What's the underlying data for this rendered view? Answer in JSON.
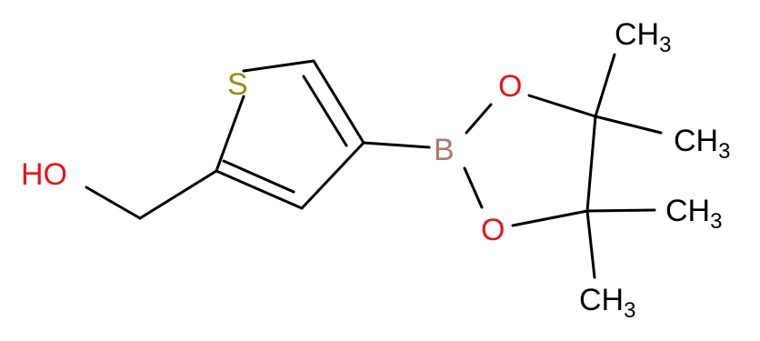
{
  "molecule": {
    "atoms": {
      "S": {
        "text": "S",
        "color": "#9a8a1a"
      },
      "OH": {
        "text": "HO",
        "color": "#e8141c"
      },
      "B": {
        "text": "B",
        "color": "#a87a72"
      },
      "O1": {
        "text": "O",
        "color": "#e8141c"
      },
      "O2": {
        "text": "O",
        "color": "#e8141c"
      }
    },
    "methyls": [
      {
        "main": "CH",
        "sub": "3"
      },
      {
        "main": "CH",
        "sub": "3"
      },
      {
        "main": "CH",
        "sub": "3"
      },
      {
        "main": "CH",
        "sub": "3"
      }
    ],
    "bond_color": "#000000"
  }
}
